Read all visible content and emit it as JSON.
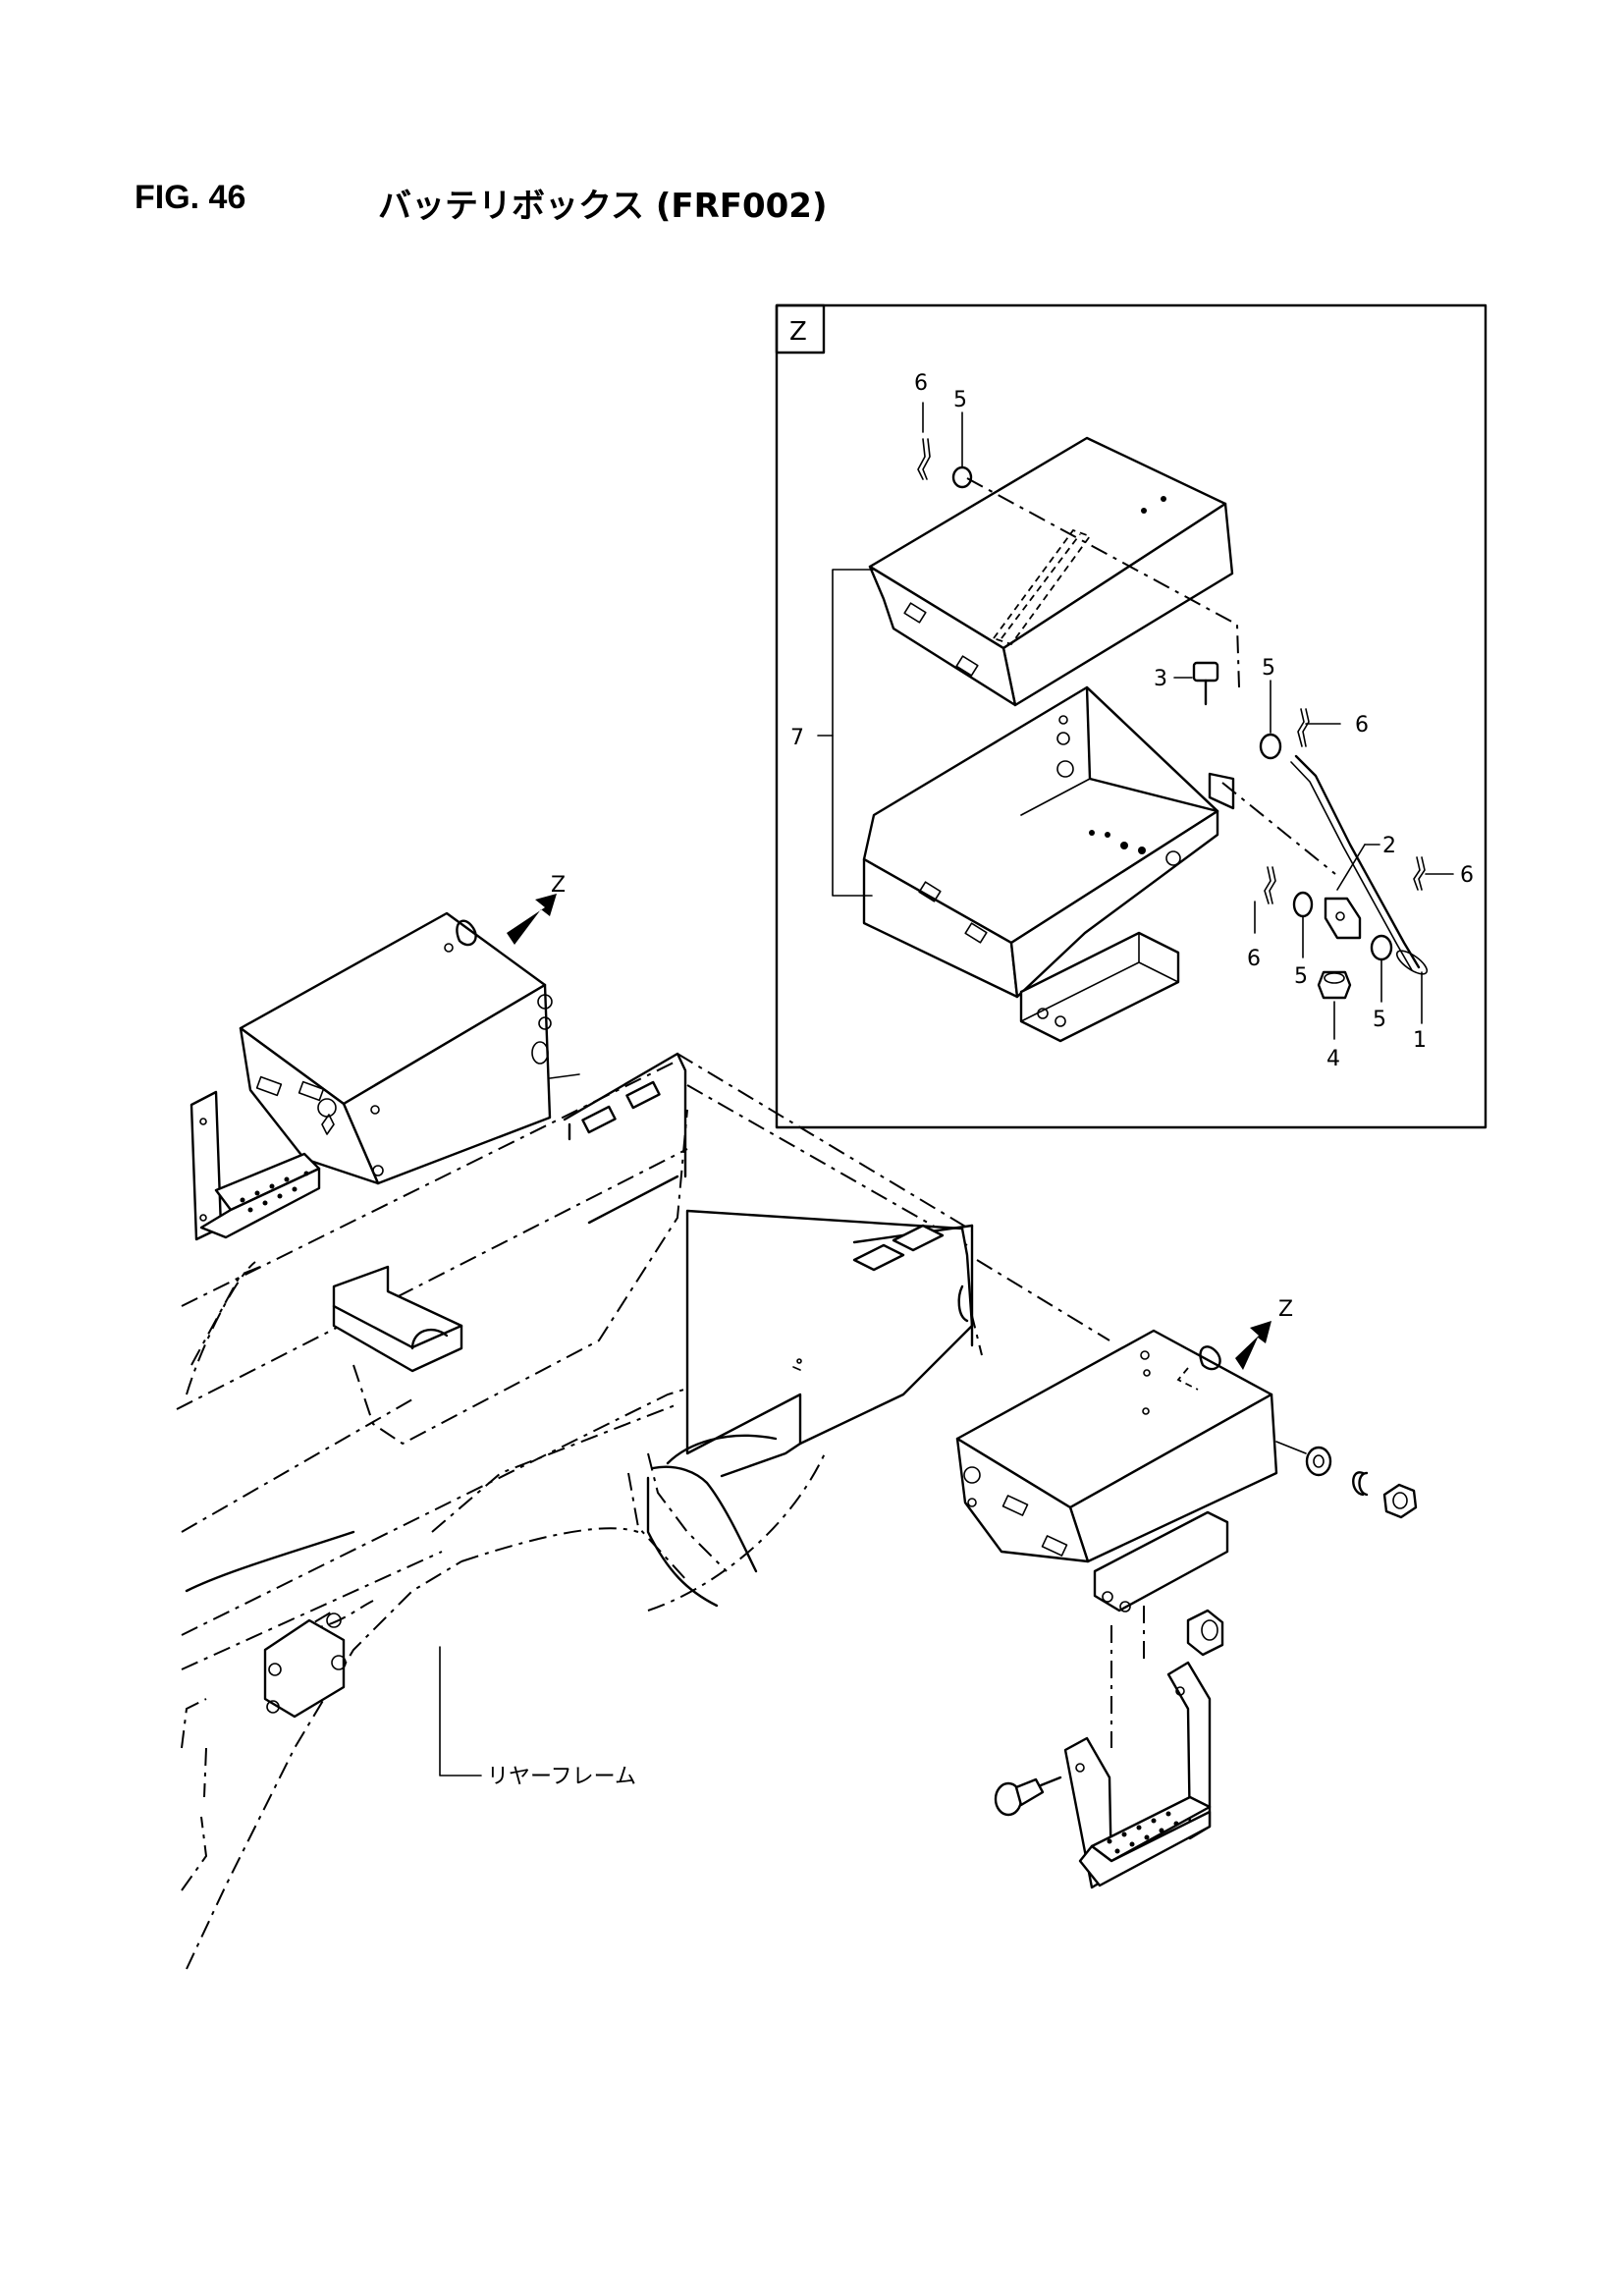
{
  "header": {
    "fig_number": "FIG. 46",
    "title": "バッテリボックス (FRF002)"
  },
  "detail_view": {
    "view_label": "Z",
    "callouts": {
      "c1": "1",
      "c2": "2",
      "c3": "3",
      "c4": "4",
      "c5a": "5",
      "c5b": "5",
      "c5c": "5",
      "c5d": "5",
      "c6a": "6",
      "c6b": "6",
      "c6c": "6",
      "c6d": "6",
      "c7": "7"
    }
  },
  "main_view": {
    "view_arrow_left": "Z",
    "view_arrow_right": "Z",
    "frame_label": "リヤーフレーム"
  }
}
